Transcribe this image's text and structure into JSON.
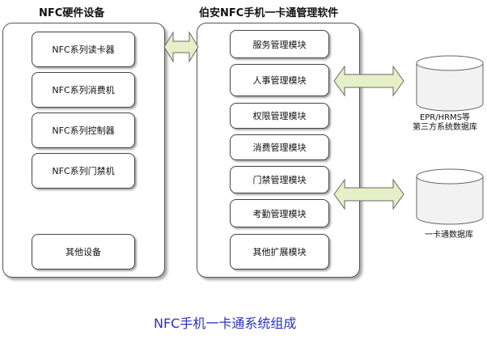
{
  "hardware": {
    "title": "NFC硬件设备",
    "items": [
      "NFC系列读卡器",
      "NFC系列消费机",
      "NFC系列控制器",
      "NFC系列门禁机",
      "其他设备"
    ]
  },
  "software": {
    "title": "伯安NFC手机一卡通管理软件",
    "modules": [
      "服务管理模块",
      "人事管理模块",
      "权限管理模块",
      "消费管理模块",
      "门禁管理模块",
      "考勤管理模块",
      "其他扩展模块"
    ]
  },
  "databases": {
    "third_party_line1": "EPR/HRMS等",
    "third_party_line2": "第三方系统数据库",
    "card": "一卡通数据库"
  },
  "caption": "NFC手机一卡通系统组成",
  "colors": {
    "arrow_fill": "#e6f0c8",
    "caption": "#2a33b8"
  },
  "icons": [
    "double-arrow-icon",
    "database-icon"
  ]
}
